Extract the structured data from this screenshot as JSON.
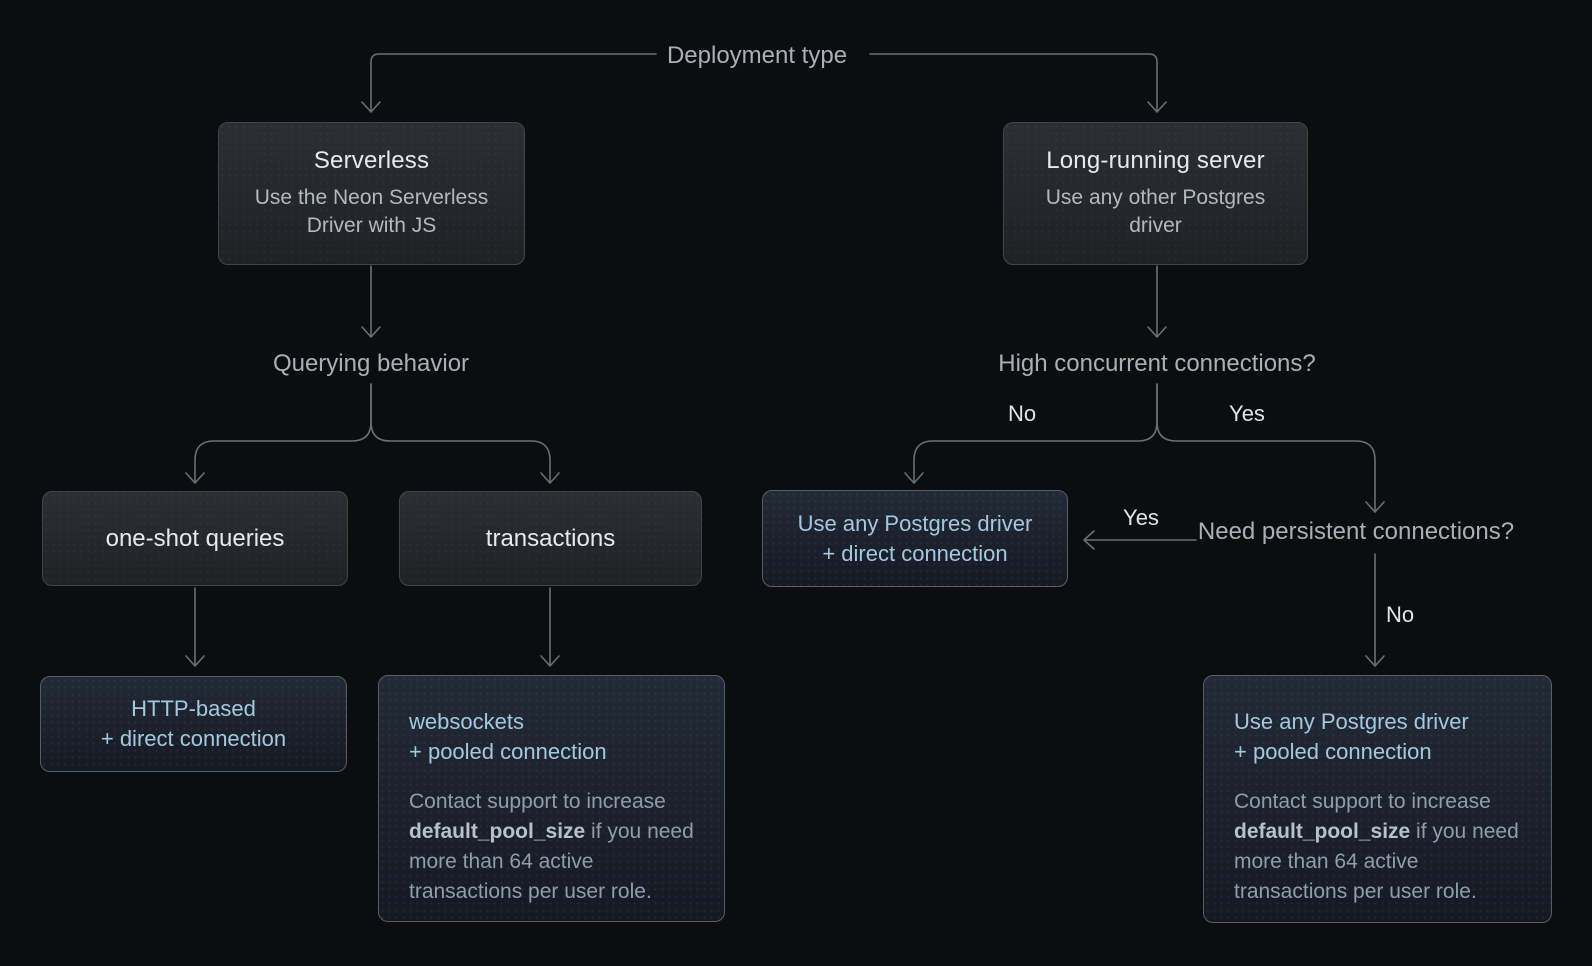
{
  "colors": {
    "background": "#0c0d0f",
    "line": "#68707a",
    "node_border": "#41464e",
    "node_bg_top": "#2b2e33",
    "node_bg_bottom": "#1f2125",
    "result_border": "#545f6c",
    "result_bg_top": "#232a36",
    "result_bg_bottom": "#151922",
    "title_text": "#e7e9ec",
    "subtitle_text": "#b3b9c1",
    "label_text": "#a9b0b9",
    "edge_label_text": "#e2e5e8",
    "accent_text": "#a4c8e0",
    "note_text": "#8d9ead",
    "note_bold_text": "#b4c2ce"
  },
  "root": {
    "label": "Deployment type"
  },
  "serverless": {
    "title": "Serverless",
    "subtitle": "Use the Neon Serverless Driver with JS"
  },
  "long_running": {
    "title": "Long-running server",
    "subtitle": "Use any other Postgres driver"
  },
  "querying": {
    "label": "Querying behavior"
  },
  "one_shot": {
    "label": "one-shot queries"
  },
  "transactions": {
    "label": "transactions"
  },
  "http_based": {
    "line1": "HTTP-based",
    "line2": "+ direct connection"
  },
  "websockets": {
    "line1": "websockets",
    "line2": "+ pooled connection",
    "note_pre": "Contact support to increase ",
    "note_bold": "default_pool_size",
    "note_post": " if you need more than 64 active transactions per user role."
  },
  "high_concurrent": {
    "label": "High concurrent connections?",
    "no": "No",
    "yes": "Yes"
  },
  "direct_connection": {
    "line1": "Use any Postgres driver",
    "line2": "+ direct connection"
  },
  "need_persistent": {
    "label": "Need persistent connections?",
    "yes": "Yes",
    "no": "No"
  },
  "pooled_connection": {
    "line1": "Use any Postgres driver",
    "line2": "+ pooled connection",
    "note_pre": "Contact support to increase ",
    "note_bold": "default_pool_size",
    "note_post": " if you need more than 64 active transactions per user role."
  }
}
